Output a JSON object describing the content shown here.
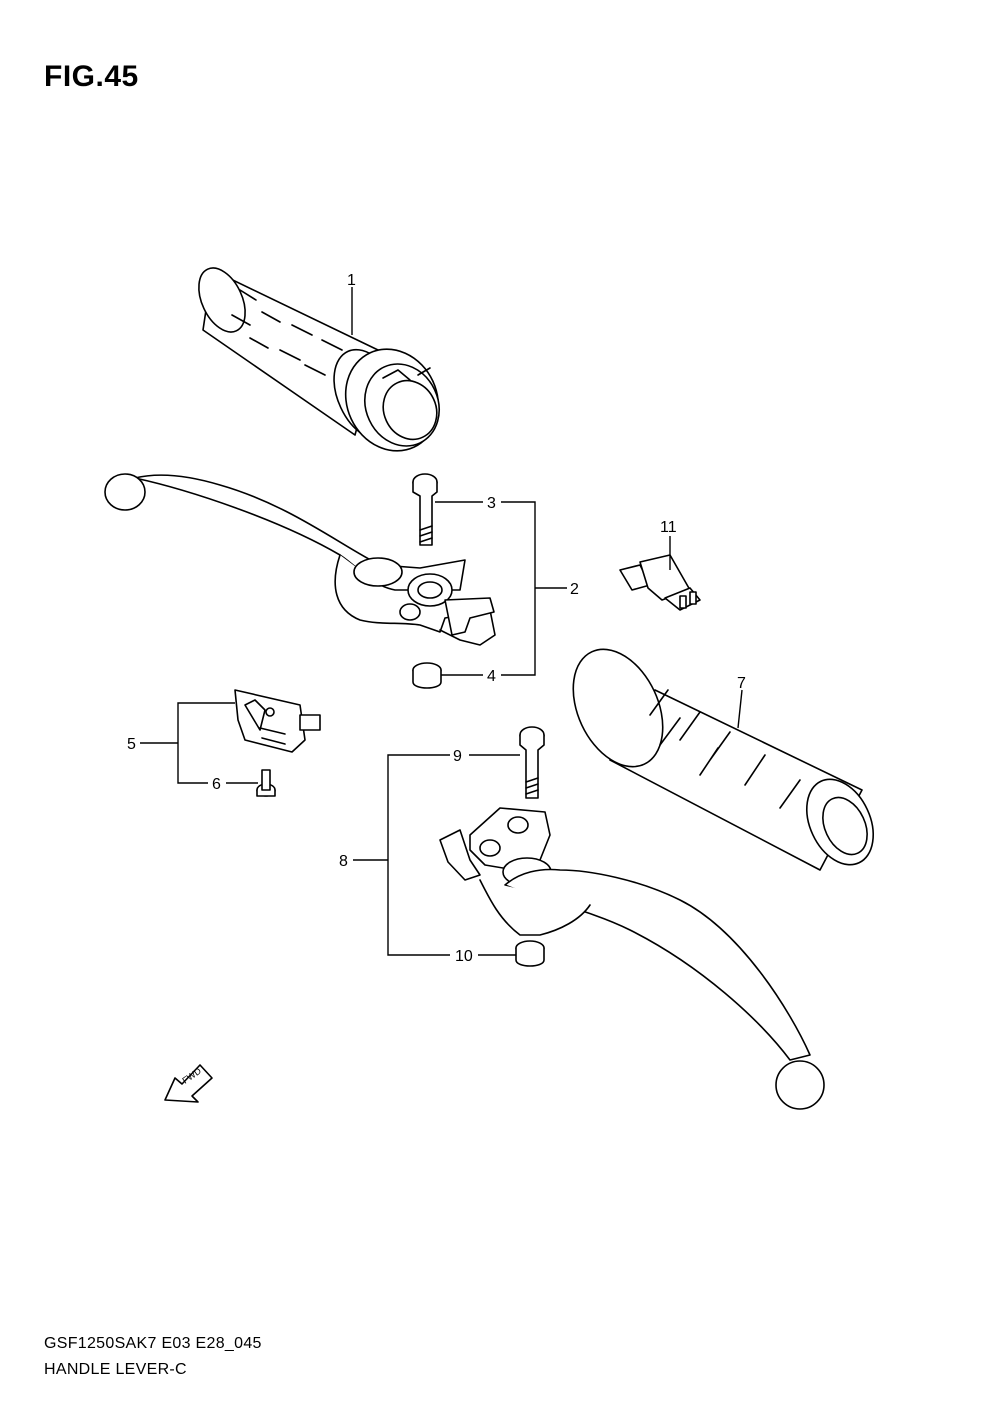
{
  "figure": {
    "title": "FIG.45",
    "code": "GSF1250SAK7 E03 E28_045",
    "name": "HANDLE LEVER-C",
    "fwd_label": "FWD"
  },
  "callouts": [
    {
      "id": "1",
      "part": "grip-left"
    },
    {
      "id": "2",
      "part": "clutch-lever-assembly"
    },
    {
      "id": "3",
      "part": "clutch-lever-bolt"
    },
    {
      "id": "4",
      "part": "clutch-lever-nut"
    },
    {
      "id": "5",
      "part": "clutch-switch"
    },
    {
      "id": "6",
      "part": "clutch-switch-screw"
    },
    {
      "id": "7",
      "part": "grip-right"
    },
    {
      "id": "8",
      "part": "brake-lever-assembly"
    },
    {
      "id": "9",
      "part": "brake-lever-bolt"
    },
    {
      "id": "10",
      "part": "brake-lever-nut"
    },
    {
      "id": "11",
      "part": "brake-switch"
    }
  ]
}
